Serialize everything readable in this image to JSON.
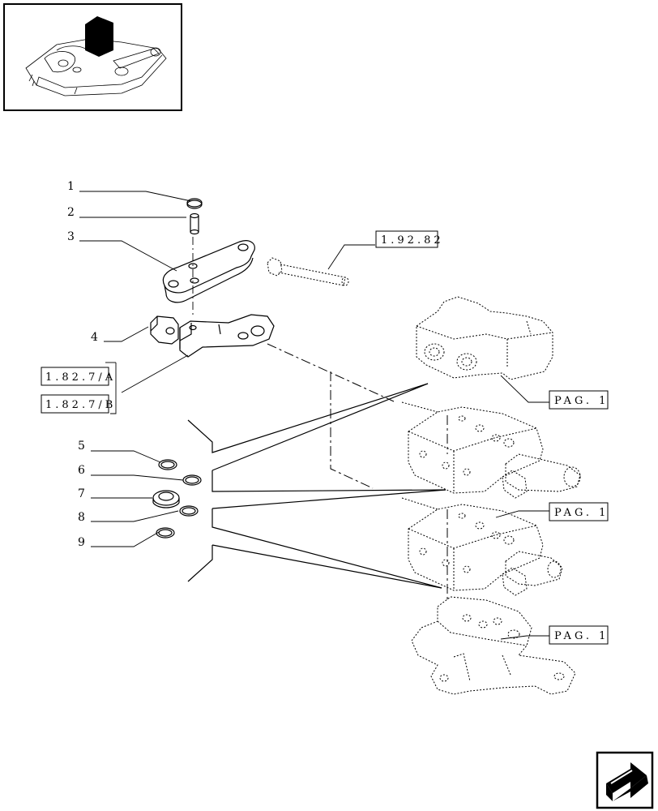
{
  "colors": {
    "ink": "#000000",
    "background": "#ffffff"
  },
  "thumbnail": {
    "icon": "lift-housing-thumbnail"
  },
  "callouts": [
    "1",
    "2",
    "3",
    "4",
    "5",
    "6",
    "7",
    "8",
    "9"
  ],
  "references": {
    "hydraulic_ref": "1.92.82",
    "ref_a": "1.82.7/A",
    "ref_b": "1.82.7/B",
    "page_ref_1": "PAG. 1",
    "page_ref_2": "PAG. 1",
    "page_ref_3": "PAG. 1"
  },
  "nav": {
    "icon": "next-page-arrow-icon"
  }
}
